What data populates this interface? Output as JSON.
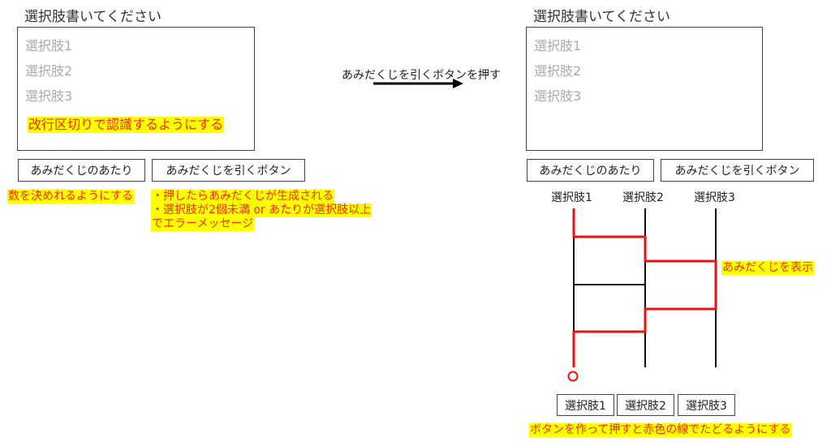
{
  "left": {
    "heading": "選択肢書いてください",
    "placeholders": [
      "選択肢1",
      "選択肢2",
      "選択肢3"
    ],
    "textarea_note": "改行区切りで認識するようにする",
    "buttons": {
      "winners": "あみだくじのあたり",
      "draw": "あみだくじを引くボタン"
    },
    "winners_note": "数を決めれるようにする",
    "draw_note_lines": [
      "・押したらあみだくじが生成される",
      "・選択肢が2個未満 or あたりが選択肢以上",
      "でエラーメッセージ"
    ]
  },
  "transition": {
    "label": "あみだくじを引くボタンを押す"
  },
  "right": {
    "heading": "選択肢書いてください",
    "placeholders": [
      "選択肢1",
      "選択肢2",
      "選択肢3"
    ],
    "buttons": {
      "winners": "あみだくじのあたり",
      "draw": "あみだくじを引くボタン"
    },
    "amida": {
      "top_labels": [
        "選択肢1",
        "選択肢2",
        "選択肢3"
      ],
      "display_note": "あみだくじを表示",
      "bottom_buttons": [
        "選択肢1",
        "選択肢2",
        "選択肢3"
      ],
      "bottom_note": "ボタンを作って押すと赤色の線でたどるようにする"
    }
  },
  "colors": {
    "highlight": "#ffff00",
    "note_text": "#ff2a00",
    "trace": "#ee1111",
    "line": "#111111"
  }
}
